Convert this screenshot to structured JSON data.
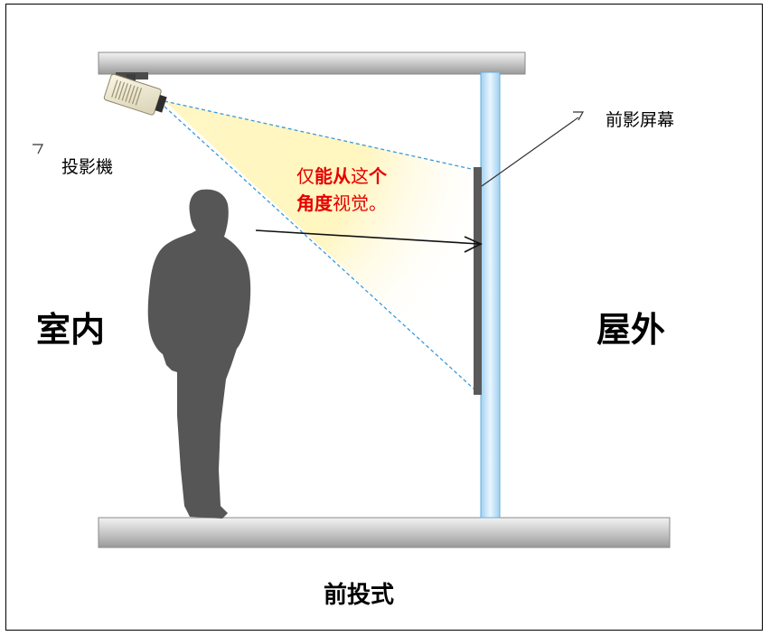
{
  "labels": {
    "projector": "投影機",
    "screen": "前影屏幕",
    "indoor": "室内",
    "outdoor": "屋外",
    "caption": "前投式",
    "note_line1": [
      "仅",
      "能从",
      "这",
      "个"
    ],
    "note_line2": [
      "角度",
      "视觉。"
    ]
  },
  "colors": {
    "beam_line": "#3a9ad9",
    "beam_fill": "#fff2a8",
    "glass": "#bfe0f6",
    "screen_panel": "#5a5a5a",
    "person": "#565656",
    "note_text": "#e60000"
  },
  "icons": [
    "projector-icon",
    "person-silhouette-icon"
  ]
}
